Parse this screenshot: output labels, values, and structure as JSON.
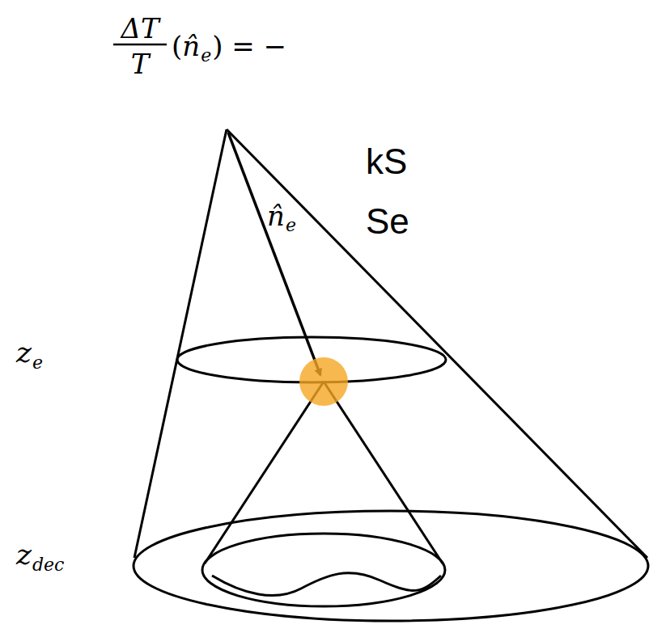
{
  "diagram": {
    "labels": [
      "ΔT",
      "T",
      "(",
      "n̂",
      "e",
      ") = −",
      "kS",
      "Se",
      "n̂",
      "e",
      "z",
      "e",
      "z",
      "dec"
    ]
  }
}
